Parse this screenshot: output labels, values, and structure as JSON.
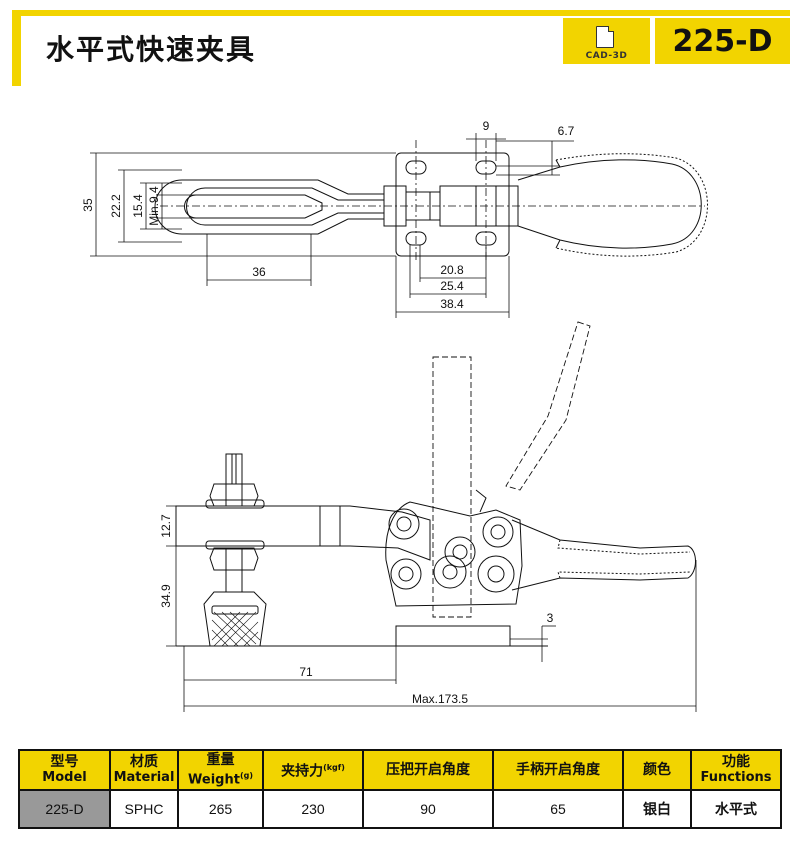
{
  "header": {
    "title": "水平式快速夹具",
    "cad_label": "CAD-3D",
    "model": "225-D"
  },
  "drawing": {
    "top_view_dims": [
      "9",
      "6.7",
      "35",
      "22.2",
      "15.4",
      "Min.9.4",
      "36",
      "20.8",
      "25.4",
      "38.4"
    ],
    "side_view_dims": [
      "12.7",
      "34.9",
      "3",
      "71",
      "Max.173.5"
    ]
  },
  "table": {
    "headers": [
      {
        "zh": "型号",
        "en": "Model",
        "unit": ""
      },
      {
        "zh": "材质",
        "en": "Material",
        "unit": ""
      },
      {
        "zh": "重量",
        "en": "Weight",
        "unit": "(g)"
      },
      {
        "zh": "夹持力",
        "en": "",
        "unit": "(kgf)"
      },
      {
        "zh": "压把开启角度",
        "en": "",
        "unit": ""
      },
      {
        "zh": "手柄开启角度",
        "en": "",
        "unit": ""
      },
      {
        "zh": "颜色",
        "en": "",
        "unit": ""
      },
      {
        "zh": "功能",
        "en": "Functions",
        "unit": ""
      }
    ],
    "row": [
      "225-D",
      "SPHC",
      "265",
      "230",
      "90",
      "65",
      "银白",
      "水平式"
    ]
  },
  "colors": {
    "accent": "#f2d400",
    "model_cell": "#999999"
  }
}
